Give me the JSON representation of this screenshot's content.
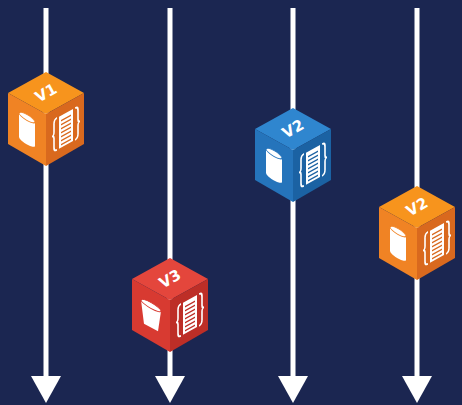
{
  "diagram": {
    "nodes": [
      {
        "text": [
          "V1"
        ]
      },
      {
        "text": [
          "V3"
        ]
      },
      {
        "text": [
          "V2"
        ]
      },
      {
        "text": [
          "V2"
        ]
      }
    ]
  }
}
